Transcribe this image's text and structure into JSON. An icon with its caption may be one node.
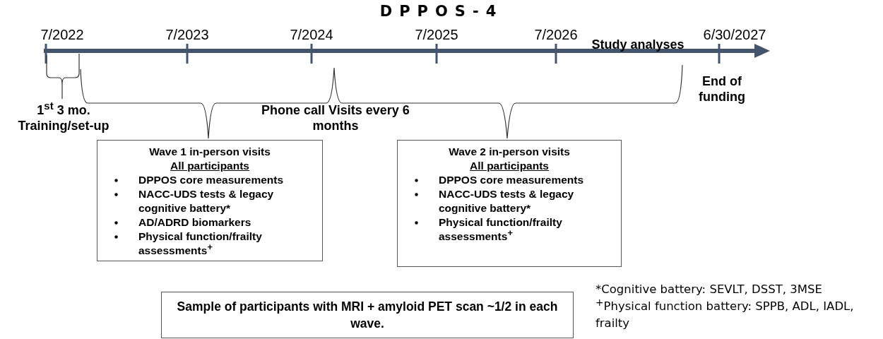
{
  "diagram": {
    "title": "DPPOS-4",
    "nodes": [
      {
        "text": [
          "Wave 1 in-person visits",
          "All participants",
          "DPPOS core measurements",
          "NACC-UDS tests & legacy cognitive battery*",
          "AD/ADRD biomarkers",
          "Physical function/frailty assessments$^{+}$"
        ]
      },
      {
        "text": [
          "Wave 2 in-person visits",
          "All participants",
          "DPPOS core measurements",
          "NACC-UDS tests & legacy cognitive battery*",
          "Physical function/frailty assessments$^{+}$"
        ]
      },
      {
        "text": [
          "Sample of participants with MRI + amyloid PET scan ~1/2 in each wave."
        ]
      }
    ],
    "edges": [],
    "labels": [
      "7/2022",
      "7/2023",
      "7/2024",
      "7/2025",
      "7/2026",
      "Study analyses",
      "6/30/2027",
      "End of funding",
      "1$^{st}$ 3 mo. Training/set-up",
      "Phone call Visits every 6 months",
      "*Cognitive battery: SEVLT, DSST, 3MSE",
      "$^{+}$Physical function battery: SPPB, ADL, IADL, frailty"
    ]
  }
}
